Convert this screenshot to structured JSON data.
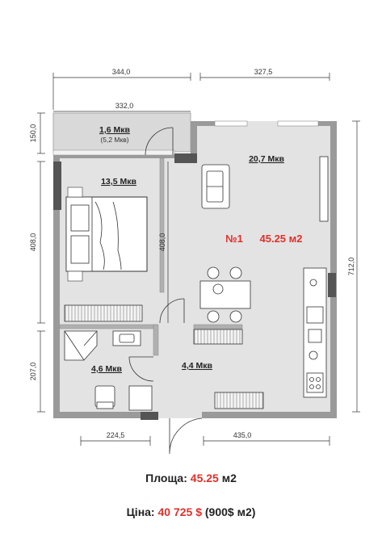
{
  "dimensions": {
    "top_left": "344,0",
    "top_right": "327,5",
    "balcony_width": "332,0",
    "balcony_height": "150,0",
    "left_bedroom": "408,0",
    "inner_bedroom": "408,0",
    "left_bath": "207,0",
    "right_total": "712,0",
    "bottom_left": "224,5",
    "bottom_right": "435,0"
  },
  "rooms": {
    "balcony": {
      "label": "1,6 Мкв",
      "sublabel": "(5,2 Мкв)"
    },
    "bedroom": {
      "label": "13,5 Мкв"
    },
    "living": {
      "label": "20,7 Мкв"
    },
    "bathroom": {
      "label": "4,6 Мкв"
    },
    "hall": {
      "label": "4,4 Мкв"
    }
  },
  "apartment": {
    "number": "№1",
    "area": "45.25 м2"
  },
  "info": {
    "area_label": "Площа:",
    "area_value": "45.25",
    "area_unit": "м2",
    "price_label": "Ціна:",
    "price_value": "40 725 $",
    "price_note": "(900$ м2)"
  },
  "colors": {
    "accent": "#e0302a",
    "wall": "#8a8a8a",
    "floor": "#e3e3e3",
    "balcony_floor": "#d9d9d9"
  }
}
